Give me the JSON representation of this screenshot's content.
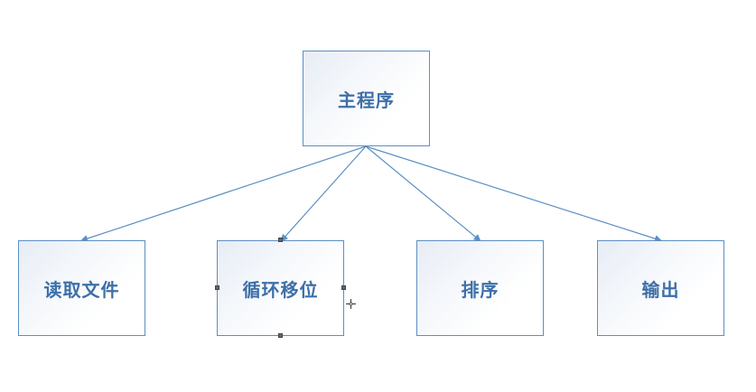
{
  "diagram": {
    "root": {
      "id": "main",
      "label": "主程序"
    },
    "children": [
      {
        "id": "read",
        "label": "读取文件"
      },
      {
        "id": "shift",
        "label": "循环移位",
        "selected": true
      },
      {
        "id": "sort",
        "label": "排序"
      },
      {
        "id": "output",
        "label": "输出"
      }
    ],
    "edges": [
      {
        "from": "main",
        "to": "read"
      },
      {
        "from": "main",
        "to": "shift"
      },
      {
        "from": "main",
        "to": "sort"
      },
      {
        "from": "main",
        "to": "output"
      }
    ],
    "colors": {
      "border": "#5b8fc4",
      "text": "#3d6fa8",
      "edge": "#5b8fc4",
      "handle": "#666666"
    }
  }
}
